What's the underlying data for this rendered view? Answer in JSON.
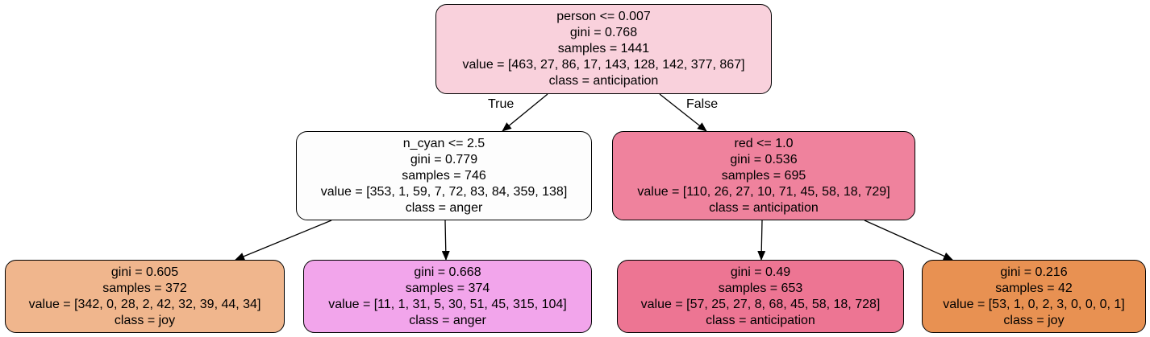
{
  "nodes": {
    "root": {
      "split": "person <= 0.007",
      "gini": "gini = 0.768",
      "samples": "samples = 1441",
      "value": "value = [463, 27, 86, 17, 143, 128, 142, 377, 867]",
      "class": "class = anticipation",
      "fill": "#f9d1dc"
    },
    "left": {
      "split": "n_cyan <= 2.5",
      "gini": "gini = 0.779",
      "samples": "samples = 746",
      "value": "value = [353, 1, 59, 7, 72, 83, 84, 359, 138]",
      "class": "class = anger",
      "fill": "#fdfdfd"
    },
    "right": {
      "split": "red <= 1.0",
      "gini": "gini = 0.536",
      "samples": "samples = 695",
      "value": "value = [110, 26, 27, 10, 71, 45, 58, 18, 729]",
      "class": "class = anticipation",
      "fill": "#ef829d"
    },
    "leaf1": {
      "gini": "gini = 0.605",
      "samples": "samples = 372",
      "value": "value = [342, 0, 28, 2, 42, 32, 39, 44, 34]",
      "class": "class = joy",
      "fill": "#f0b68d"
    },
    "leaf2": {
      "gini": "gini = 0.668",
      "samples": "samples = 374",
      "value": "value = [11, 1, 31, 5, 30, 51, 45, 315, 104]",
      "class": "class = anger",
      "fill": "#f2a5eb"
    },
    "leaf3": {
      "gini": "gini = 0.49",
      "samples": "samples = 653",
      "value": "value = [57, 25, 27, 8, 68, 45, 58, 18, 728]",
      "class": "class = anticipation",
      "fill": "#ed7593"
    },
    "leaf4": {
      "gini": "gini = 0.216",
      "samples": "samples = 42",
      "value": "value = [53, 1, 0, 2, 3, 0, 0, 0, 1]",
      "class": "class = joy",
      "fill": "#e89152"
    }
  },
  "edge_labels": {
    "true_label": "True",
    "false_label": "False"
  }
}
